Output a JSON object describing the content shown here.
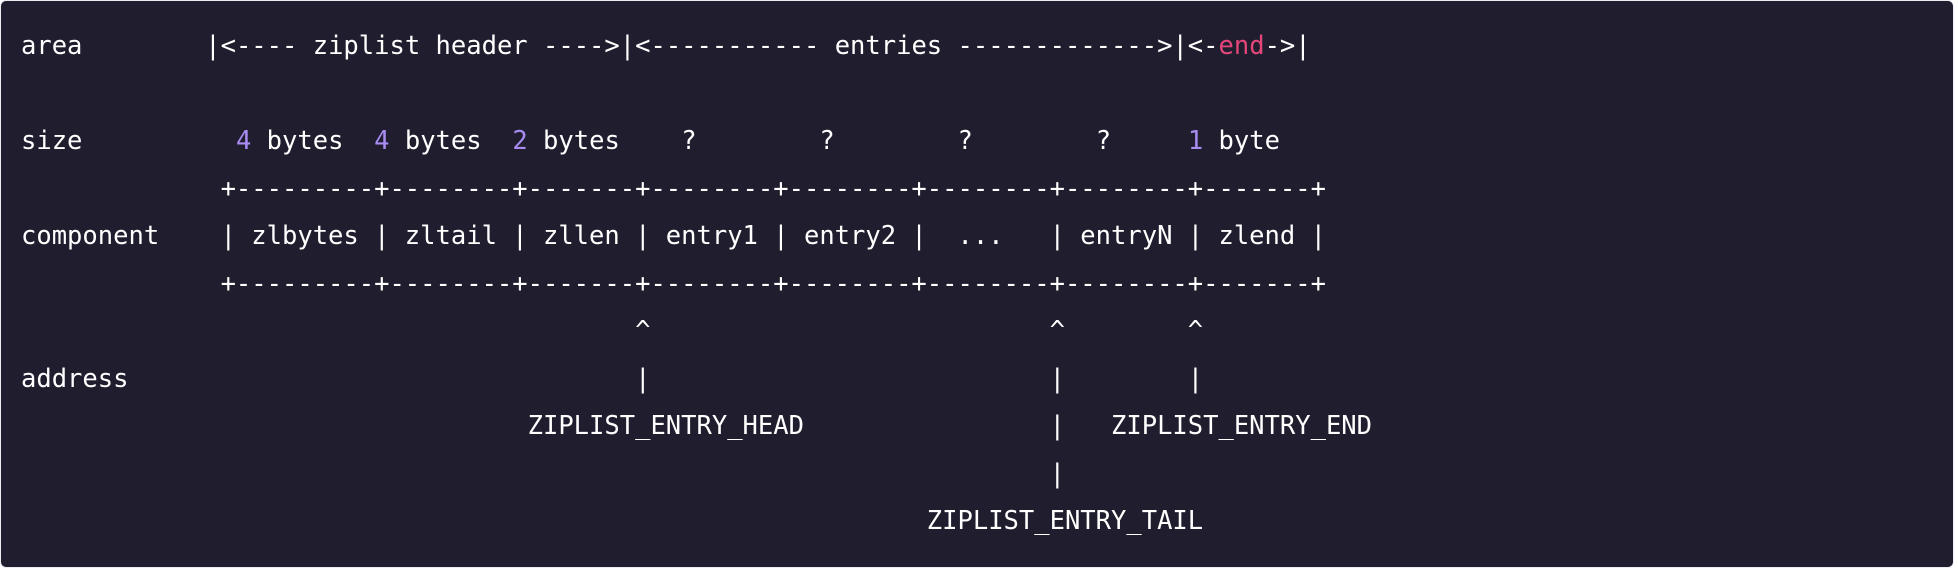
{
  "colors": {
    "background": "#201e2e",
    "text": "#ffffff",
    "number": "#a88cf2",
    "keyword": "#e4467a"
  },
  "diagram": {
    "area_line": {
      "label": "area",
      "pad": "        ",
      "prefix": "|<---- ziplist header ---->|<----------- entries ------------->|<-",
      "keyword": "end",
      "suffix": "->|"
    },
    "blank_line": "",
    "size_line": {
      "label": "size",
      "pad": "          ",
      "n1": "4",
      "t1": " bytes  ",
      "n2": "4",
      "t2": " bytes  ",
      "n3": "2",
      "t3": " bytes    ?        ?        ?        ?     ",
      "n4": "1",
      "t4": " byte"
    },
    "border_top": "             +---------+--------+-------+--------+--------+--------+--------+-------+",
    "component_line": "component    | zlbytes | zltail | zllen | entry1 | entry2 |  ...   | entryN | zlend |",
    "border_bottom": "             +---------+--------+-------+--------+--------+--------+--------+-------+",
    "caret_line": "                                        ^                          ^        ^",
    "address_line": "address                                 |                          |        |",
    "head_line": "                                 ZIPLIST_ENTRY_HEAD                |   ZIPLIST_ENTRY_END",
    "pipe_line": "                                                                   |",
    "tail_line": "                                                           ZIPLIST_ENTRY_TAIL"
  }
}
